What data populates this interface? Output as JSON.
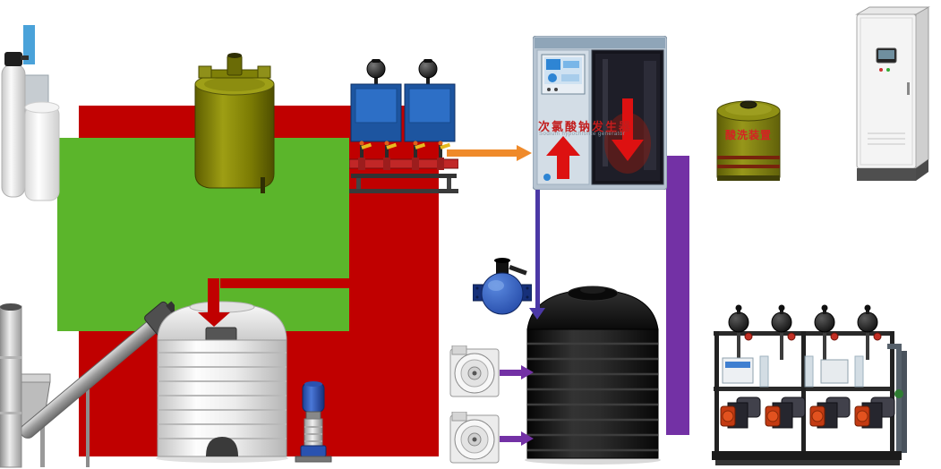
{
  "labels": {
    "generator_title": "次氯酸钠发生器",
    "generator_subtitle": "Sodium hypochlorite generator",
    "acid_wash_label": "酸洗装置"
  },
  "colors": {
    "flow_red": "#c00000",
    "flow_green": "#5bb52b",
    "flow_purple": "#7331a5",
    "flow_orange": "#ef8a2a",
    "arrow_blue_purple": "#4b38a6",
    "generator_text": "#c21d1d",
    "acid_text": "#d42222",
    "marker_blue": "#4aa2d9"
  }
}
